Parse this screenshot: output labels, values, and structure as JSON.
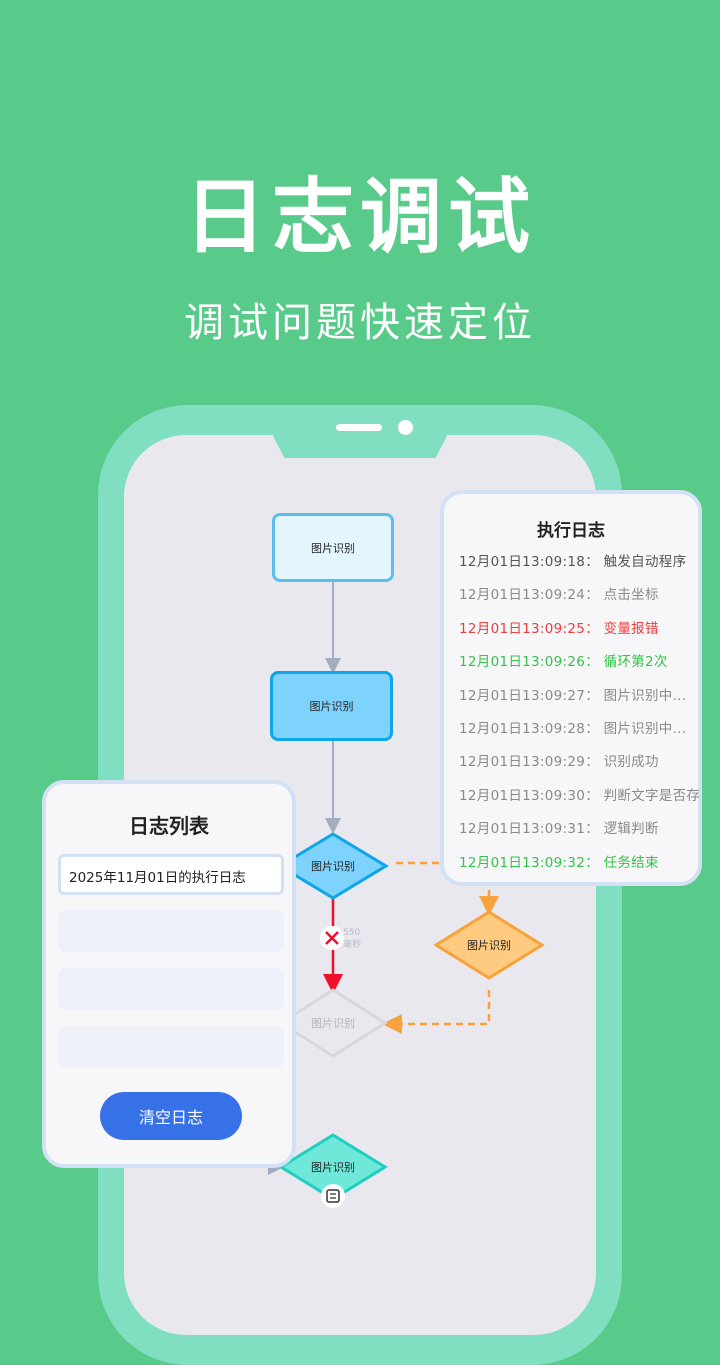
{
  "header": {
    "title": "日志调试",
    "subtitle": "调试问题快速定位"
  },
  "flow": {
    "nodes": [
      "图片识别",
      "图片识别",
      "图片识别",
      "图片识别",
      "图片识别",
      "图片识别"
    ],
    "delay_value": "550",
    "delay_unit": "毫秒"
  },
  "exec_log": {
    "title": "执行日志",
    "lines": [
      {
        "text": "12月01日13:09:18： 触发自动程序",
        "color": "#555555"
      },
      {
        "text": "12月01日13:09:24： 点击坐标",
        "color": "#8A8A8A"
      },
      {
        "text": "12月01日13:09:25： 变量报错",
        "color": "#E8413E"
      },
      {
        "text": "12月01日13:09:26： 循环第2次",
        "color": "#35C24A"
      },
      {
        "text": "12月01日13:09:27： 图片识别中...",
        "color": "#8A8A8A"
      },
      {
        "text": "12月01日13:09:28： 图片识别中...",
        "color": "#8A8A8A"
      },
      {
        "text": "12月01日13:09:29： 识别成功",
        "color": "#8A8A8A"
      },
      {
        "text": "12月01日13:09:30： 判断文字是否存",
        "color": "#8A8A8A"
      },
      {
        "text": "12月01日13:09:31： 逻辑判断",
        "color": "#8A8A8A"
      },
      {
        "text": "12月01日13:09:32： 任务结束",
        "color": "#35C24A"
      }
    ]
  },
  "log_list": {
    "title": "日志列表",
    "selected": "2025年11月01日的执行日志",
    "clear_label": "清空日志"
  }
}
